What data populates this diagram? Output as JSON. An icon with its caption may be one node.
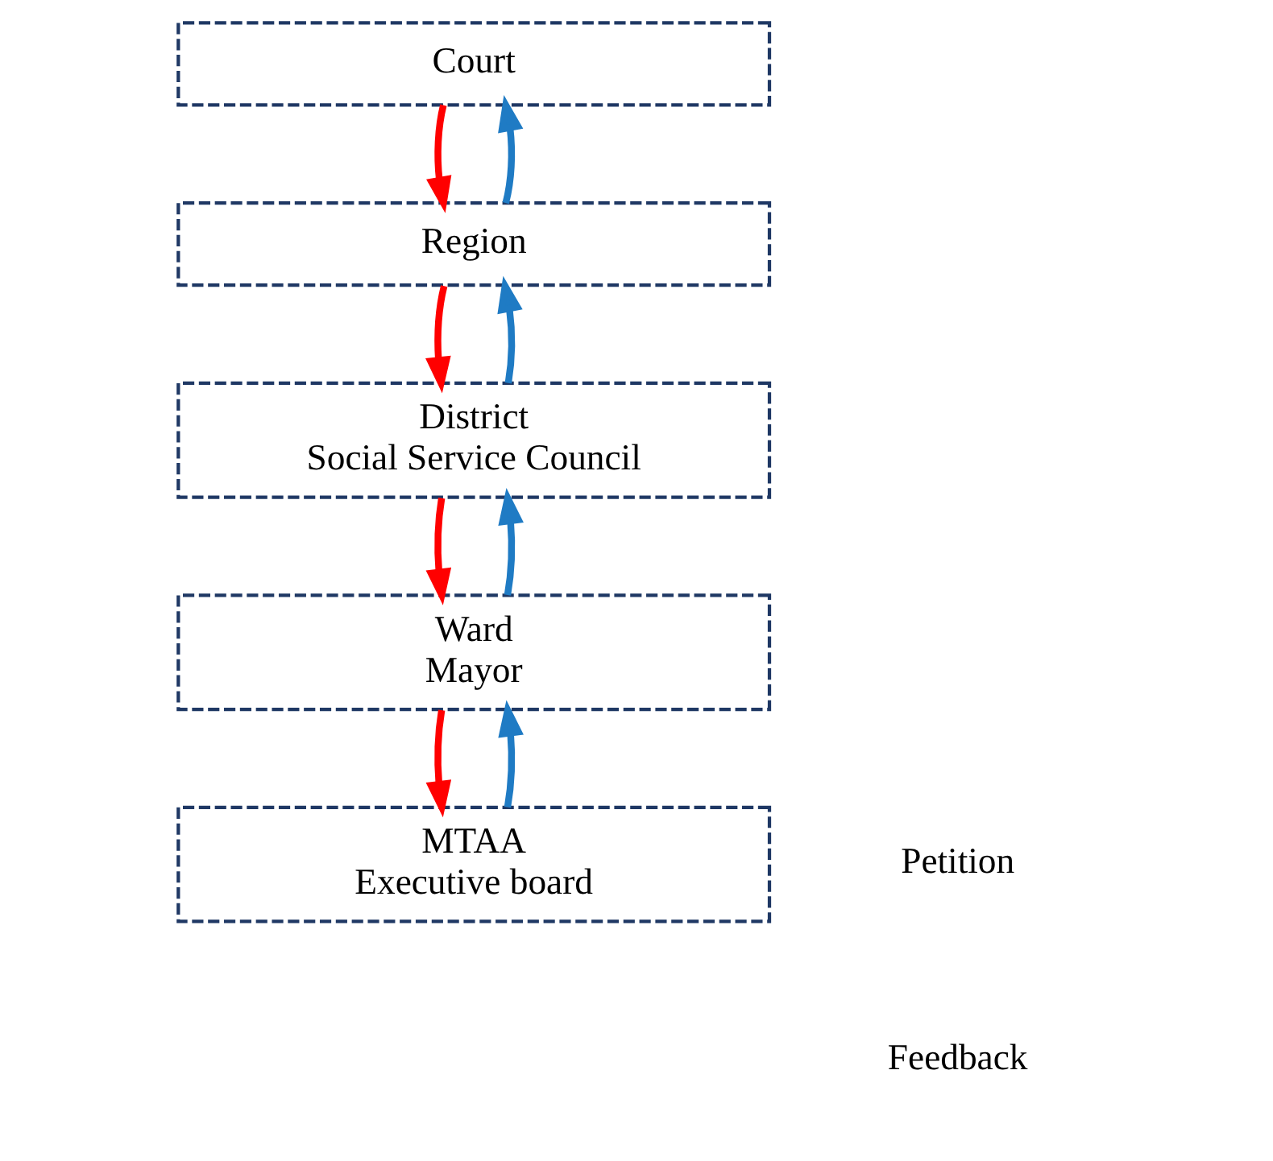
{
  "diagram": {
    "nodes": [
      {
        "text": [
          "Court"
        ]
      },
      {
        "text": [
          "Region"
        ]
      },
      {
        "text": [
          "District",
          "Social Service Council"
        ]
      },
      {
        "text": [
          "Ward",
          "Mayor"
        ]
      },
      {
        "text": [
          "MTAA",
          "Executive board"
        ]
      }
    ],
    "edges": [
      {
        "from": 1,
        "to": 0,
        "arrow": "to",
        "color": "#1f7bc4"
      },
      {
        "from": 0,
        "to": 1,
        "arrow": "to",
        "color": "#ff0000"
      },
      {
        "from": 2,
        "to": 1,
        "arrow": "to",
        "color": "#1f7bc4"
      },
      {
        "from": 1,
        "to": 2,
        "arrow": "to",
        "color": "#ff0000"
      },
      {
        "from": 3,
        "to": 2,
        "arrow": "to",
        "color": "#1f7bc4"
      },
      {
        "from": 2,
        "to": 3,
        "arrow": "to",
        "color": "#ff0000"
      },
      {
        "from": 4,
        "to": 3,
        "arrow": "to",
        "color": "#1f7bc4"
      },
      {
        "from": 3,
        "to": 4,
        "arrow": "to",
        "color": "#ff0000"
      }
    ],
    "legend": [
      {
        "text": "Petition"
      },
      {
        "text": "Feedback"
      }
    ]
  }
}
